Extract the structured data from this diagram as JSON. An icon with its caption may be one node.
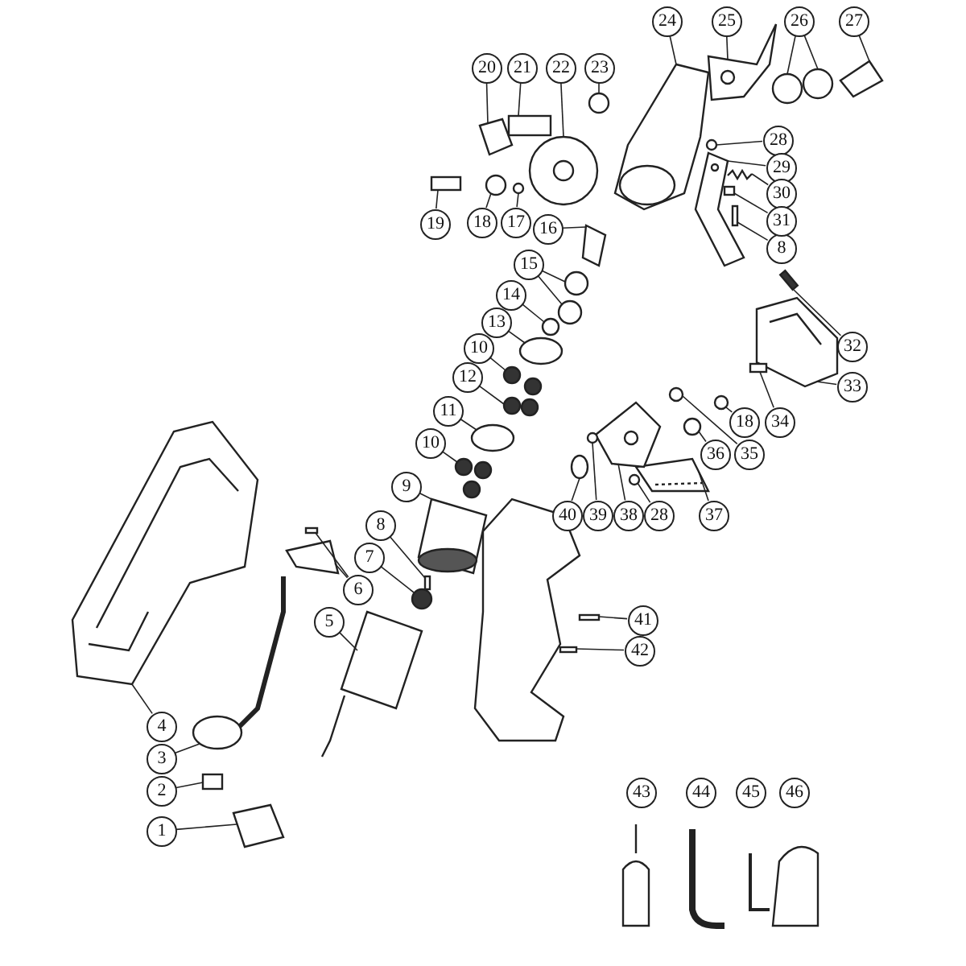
{
  "diagram": {
    "nodes": [
      {
        "text": [
          "1"
        ]
      },
      {
        "text": [
          "2"
        ]
      },
      {
        "text": [
          "3"
        ]
      },
      {
        "text": [
          "4"
        ]
      },
      {
        "text": [
          "5"
        ]
      },
      {
        "text": [
          "6"
        ]
      },
      {
        "text": [
          "7"
        ]
      },
      {
        "text": [
          "8"
        ]
      },
      {
        "text": [
          "8"
        ]
      },
      {
        "text": [
          "9"
        ]
      },
      {
        "text": [
          "10"
        ]
      },
      {
        "text": [
          "10"
        ]
      },
      {
        "text": [
          "11"
        ]
      },
      {
        "text": [
          "12"
        ]
      },
      {
        "text": [
          "13"
        ]
      },
      {
        "text": [
          "14"
        ]
      },
      {
        "text": [
          "15"
        ]
      },
      {
        "text": [
          "16"
        ]
      },
      {
        "text": [
          "17"
        ]
      },
      {
        "text": [
          "18"
        ]
      },
      {
        "text": [
          "18"
        ]
      },
      {
        "text": [
          "19"
        ]
      },
      {
        "text": [
          "20"
        ]
      },
      {
        "text": [
          "21"
        ]
      },
      {
        "text": [
          "22"
        ]
      },
      {
        "text": [
          "23"
        ]
      },
      {
        "text": [
          "24"
        ]
      },
      {
        "text": [
          "25"
        ]
      },
      {
        "text": [
          "26"
        ]
      },
      {
        "text": [
          "27"
        ]
      },
      {
        "text": [
          "28"
        ]
      },
      {
        "text": [
          "28"
        ]
      },
      {
        "text": [
          "29"
        ]
      },
      {
        "text": [
          "30"
        ]
      },
      {
        "text": [
          "31"
        ]
      },
      {
        "text": [
          "32"
        ]
      },
      {
        "text": [
          "33"
        ]
      },
      {
        "text": [
          "34"
        ]
      },
      {
        "text": [
          "35"
        ]
      },
      {
        "text": [
          "36"
        ]
      },
      {
        "text": [
          "37"
        ]
      },
      {
        "text": [
          "38"
        ]
      },
      {
        "text": [
          "39"
        ]
      },
      {
        "text": [
          "40"
        ]
      },
      {
        "text": [
          "41"
        ]
      },
      {
        "text": [
          "42"
        ]
      },
      {
        "text": [
          "43"
        ]
      },
      {
        "text": [
          "44"
        ]
      },
      {
        "text": [
          "45"
        ]
      },
      {
        "text": [
          "46"
        ]
      },
      {
        "text": [],
        "shape": "box"
      },
      {
        "text": [],
        "shape": "box"
      },
      {
        "text": [],
        "shape": "circle"
      },
      {
        "text": [],
        "shape": "picture"
      },
      {
        "text": [],
        "shape": "box"
      },
      {
        "text": [],
        "shape": "box"
      },
      {
        "text": [],
        "shape": "box"
      },
      {
        "text": [],
        "shape": "circle"
      },
      {
        "text": [],
        "shape": "box"
      },
      {
        "text": [],
        "shape": "box"
      },
      {
        "text": [],
        "shape": "picture"
      },
      {
        "text": [],
        "shape": "circle"
      },
      {
        "text": [],
        "shape": "circle"
      },
      {
        "text": [],
        "shape": "circle"
      },
      {
        "text": [],
        "shape": "circle"
      },
      {
        "text": [],
        "shape": "circle"
      },
      {
        "text": [],
        "shape": "circle"
      },
      {
        "text": [],
        "shape": "circle"
      },
      {
        "text": [],
        "shape": "circle"
      },
      {
        "text": [],
        "shape": "box"
      },
      {
        "text": [],
        "shape": "circle"
      },
      {
        "text": [],
        "shape": "circle"
      },
      {
        "text": [],
        "shape": "circle"
      },
      {
        "text": [],
        "shape": "box"
      },
      {
        "text": [],
        "shape": "box"
      },
      {
        "text": [],
        "shape": "box"
      },
      {
        "text": [],
        "shape": "picture"
      },
      {
        "text": [],
        "shape": "circle"
      },
      {
        "text": [],
        "shape": "picture"
      },
      {
        "text": [],
        "shape": "picture"
      },
      {
        "text": [],
        "shape": "circle"
      },
      {
        "text": [],
        "shape": "circle"
      },
      {
        "text": [],
        "shape": "box"
      },
      {
        "text": [],
        "shape": "circle"
      },
      {
        "text": [],
        "shape": "circle"
      },
      {
        "text": [],
        "shape": "picture"
      },
      {
        "text": [],
        "shape": "picture"
      },
      {
        "text": [],
        "shape": "box"
      },
      {
        "text": [],
        "shape": "box"
      },
      {
        "text": [],
        "shape": "picture"
      },
      {
        "text": [],
        "shape": "box"
      },
      {
        "text": [],
        "shape": "circle"
      },
      {
        "text": [],
        "shape": "circle"
      },
      {
        "text": [],
        "shape": "picture"
      },
      {
        "text": [],
        "shape": "picture"
      },
      {
        "text": [],
        "shape": "circle"
      },
      {
        "text": [],
        "shape": "circle"
      },
      {
        "text": [],
        "shape": "box"
      },
      {
        "text": [],
        "shape": "box"
      }
    ],
    "edges": [
      {
        "from": 0,
        "to": 50,
        "arrow": "none"
      },
      {
        "from": 1,
        "to": 51,
        "arrow": "none"
      },
      {
        "from": 2,
        "to": 52,
        "arrow": "none"
      },
      {
        "from": 3,
        "to": 53,
        "arrow": "none"
      },
      {
        "from": 4,
        "to": 54,
        "arrow": "none"
      },
      {
        "from": 5,
        "to": 55,
        "arrow": "none"
      },
      {
        "from": 5,
        "to": 56,
        "arrow": "none"
      },
      {
        "from": 6,
        "to": 57,
        "arrow": "none"
      },
      {
        "from": 7,
        "to": 58,
        "arrow": "none"
      },
      {
        "from": 8,
        "to": 59,
        "arrow": "none"
      },
      {
        "from": 9,
        "to": 60,
        "arrow": "none"
      },
      {
        "from": 10,
        "to": 61,
        "arrow": "none"
      },
      {
        "from": 11,
        "to": 62,
        "arrow": "none"
      },
      {
        "from": 12,
        "to": 63,
        "arrow": "none"
      },
      {
        "from": 13,
        "to": 64,
        "arrow": "none"
      },
      {
        "from": 14,
        "to": 65,
        "arrow": "none"
      },
      {
        "from": 15,
        "to": 66,
        "arrow": "none"
      },
      {
        "from": 16,
        "to": 67,
        "arrow": "none"
      },
      {
        "from": 16,
        "to": 68,
        "arrow": "none"
      },
      {
        "from": 17,
        "to": 69,
        "arrow": "none"
      },
      {
        "from": 18,
        "to": 70,
        "arrow": "none"
      },
      {
        "from": 19,
        "to": 71,
        "arrow": "none"
      },
      {
        "from": 20,
        "to": 72,
        "arrow": "none"
      },
      {
        "from": 21,
        "to": 73,
        "arrow": "none"
      },
      {
        "from": 22,
        "to": 74,
        "arrow": "none"
      },
      {
        "from": 23,
        "to": 75,
        "arrow": "none"
      },
      {
        "from": 24,
        "to": 76,
        "arrow": "none"
      },
      {
        "from": 25,
        "to": 77,
        "arrow": "none"
      },
      {
        "from": 26,
        "to": 78,
        "arrow": "none"
      },
      {
        "from": 27,
        "to": 79,
        "arrow": "none"
      },
      {
        "from": 28,
        "to": 80,
        "arrow": "none"
      },
      {
        "from": 28,
        "to": 81,
        "arrow": "none"
      },
      {
        "from": 29,
        "to": 82,
        "arrow": "none"
      },
      {
        "from": 30,
        "to": 83,
        "arrow": "none"
      },
      {
        "from": 31,
        "to": 84,
        "arrow": "none"
      },
      {
        "from": 32,
        "to": 85,
        "arrow": "none"
      },
      {
        "from": 33,
        "to": 86,
        "arrow": "none"
      },
      {
        "from": 34,
        "to": 87,
        "arrow": "none"
      },
      {
        "from": 35,
        "to": 88,
        "arrow": "none"
      },
      {
        "from": 36,
        "to": 89,
        "arrow": "none"
      },
      {
        "from": 37,
        "to": 90,
        "arrow": "none"
      },
      {
        "from": 38,
        "to": 91,
        "arrow": "none"
      },
      {
        "from": 39,
        "to": 92,
        "arrow": "none"
      },
      {
        "from": 40,
        "to": 93,
        "arrow": "none"
      },
      {
        "from": 41,
        "to": 94,
        "arrow": "none"
      },
      {
        "from": 42,
        "to": 95,
        "arrow": "none"
      },
      {
        "from": 43,
        "to": 96,
        "arrow": "none"
      },
      {
        "from": 44,
        "to": 97,
        "arrow": "none"
      },
      {
        "from": 45,
        "to": 98,
        "arrow": "none"
      }
    ]
  }
}
